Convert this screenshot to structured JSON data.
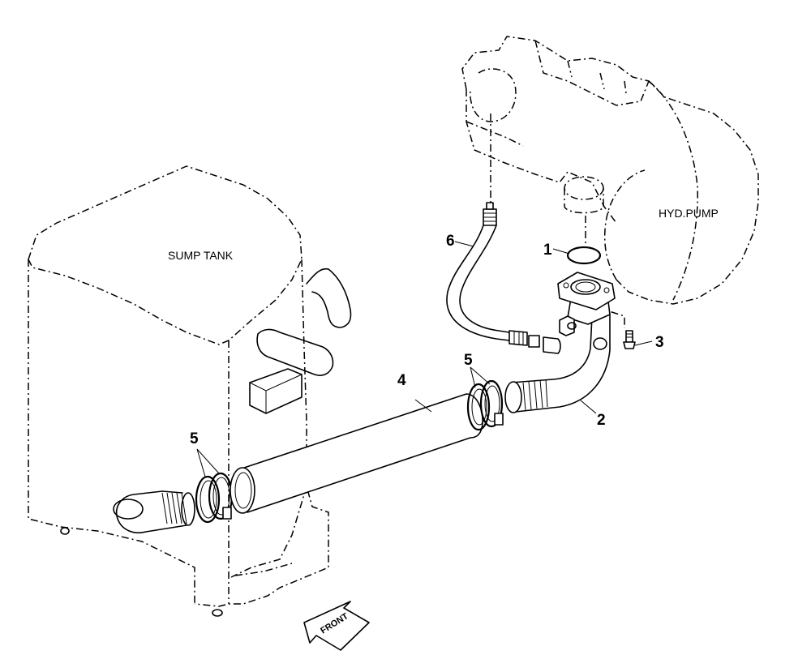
{
  "labels": {
    "sump_tank": "SUMP TANK",
    "hyd_pump": "HYD.PUMP",
    "front": "FRONT"
  },
  "callouts": {
    "oring": "1",
    "elbow": "2",
    "bolt": "3",
    "suction_hose": "4",
    "clamp_left": "5",
    "clamp_right": "5",
    "pilot_hose": "6"
  }
}
